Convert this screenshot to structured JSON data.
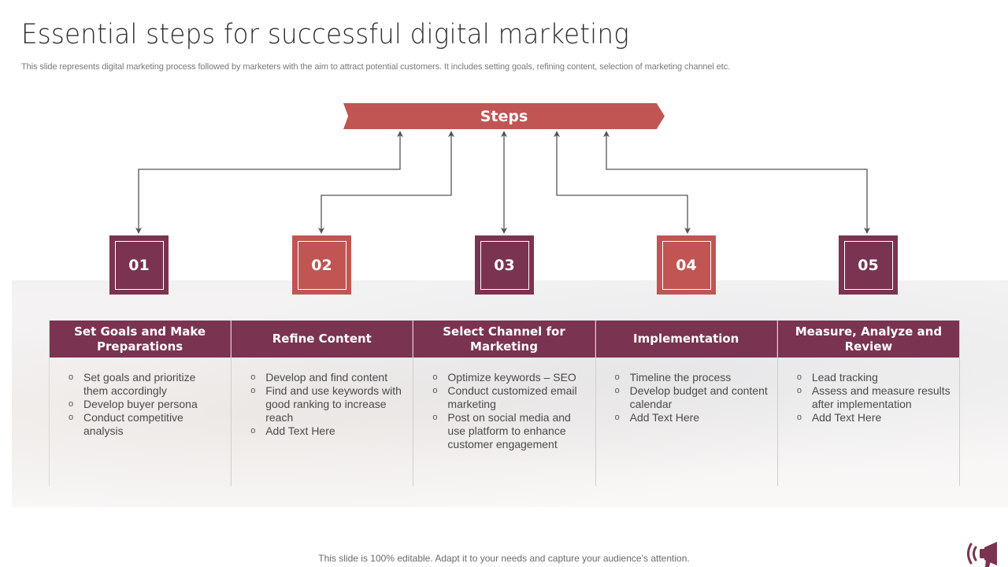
{
  "slide": {
    "title": "Essential steps for successful digital marketing",
    "subtitle": "This slide represents digital marketing process followed by marketers with the aim to attract potential customers. It includes setting goals, refining content, selection of marketing channel etc.",
    "footer": "This slide is 100% editable. Adapt it to your needs and capture your audience’s attention."
  },
  "banner": {
    "label": "Steps",
    "color": "#c05553"
  },
  "colors": {
    "plum": "#7a3350",
    "red": "#c05553",
    "connector": "#555555"
  },
  "steps": [
    {
      "number": "01",
      "box_color": "plum",
      "heading": "Set Goals and Make Preparations",
      "bullets": [
        "Set goals and prioritize them accordingly",
        "Develop buyer persona",
        "Conduct competitive analysis"
      ]
    },
    {
      "number": "02",
      "box_color": "red",
      "heading": "Refine Content",
      "bullets": [
        "Develop and find content",
        "Find and use keywords with good ranking to increase reach",
        "Add Text Here"
      ]
    },
    {
      "number": "03",
      "box_color": "plum",
      "heading": "Select Channel for Marketing",
      "bullets": [
        "Optimize keywords – SEO",
        "Conduct customized email marketing",
        "Post on social media and use platform to enhance customer engagement"
      ]
    },
    {
      "number": "04",
      "box_color": "red",
      "heading": "Implementation",
      "bullets": [
        "Timeline the process",
        "Develop budget and content calendar",
        "Add Text Here"
      ]
    },
    {
      "number": "05",
      "box_color": "plum",
      "heading": "Measure, Analyze and Review",
      "bullets": [
        "Lead tracking",
        "Assess and measure results after implementation",
        "Add Text Here"
      ]
    }
  ],
  "icons": {
    "logo": "megaphone-icon",
    "bullet": "hollow-circle-bullet"
  }
}
